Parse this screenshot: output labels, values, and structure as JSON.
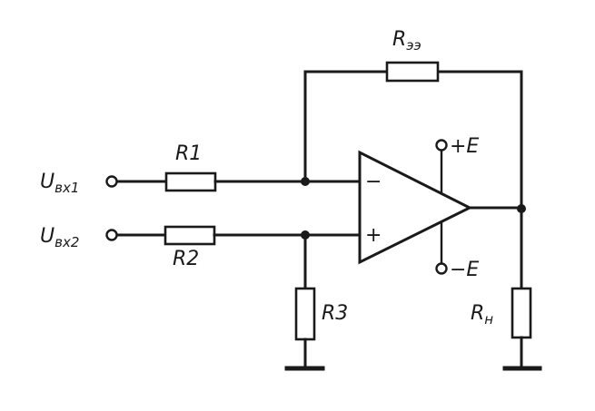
{
  "labels": {
    "r_feedback_main": "R",
    "r_feedback_sub": "ээ",
    "r1": "R1",
    "r2": "R2",
    "r3": "R3",
    "rh_main": "R",
    "rh_sub": "н",
    "uin1_main": "U",
    "uin1_sub": "вх1",
    "uin2_main": "U",
    "uin2_sub": "вх2",
    "plus_e": "+E",
    "minus_e": "−E",
    "inverting_sign": "−",
    "noninverting_sign": "+"
  }
}
